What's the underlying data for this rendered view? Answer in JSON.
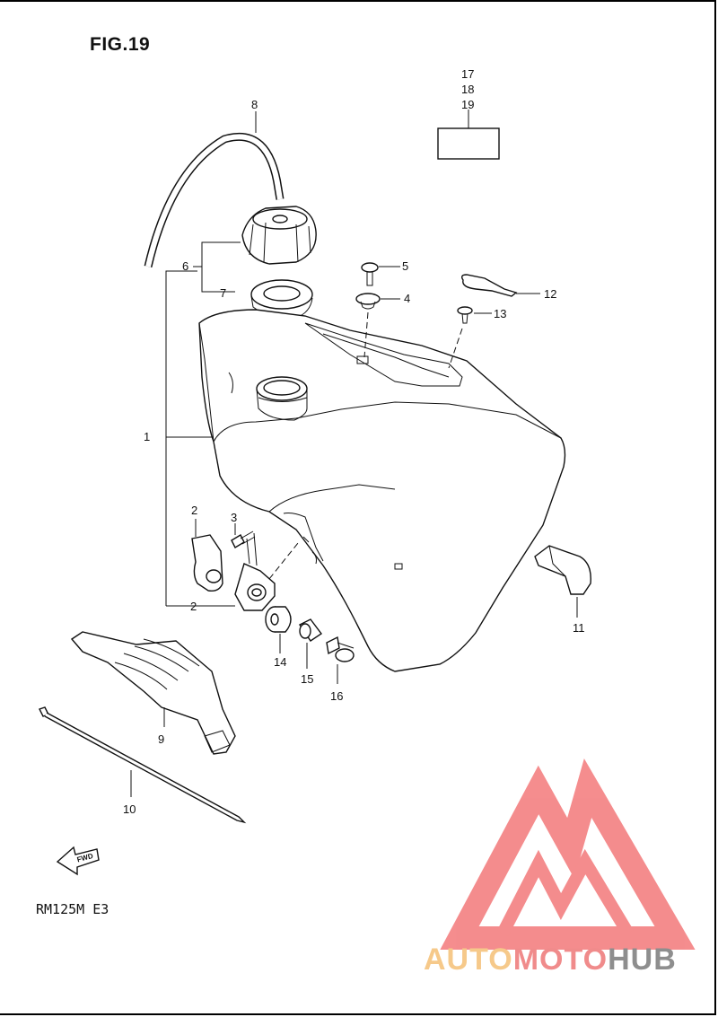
{
  "figure": {
    "title": "FIG.19",
    "model_code": "RM125M E3"
  },
  "callouts": {
    "p1": "1",
    "p2a": "2",
    "p2b": "2",
    "p3": "3",
    "p4": "4",
    "p5": "5",
    "p6": "6",
    "p7": "7",
    "p8": "8",
    "p9": "9",
    "p10": "10",
    "p11": "11",
    "p12": "12",
    "p13": "13",
    "p14": "14",
    "p15": "15",
    "p16": "16",
    "p17": "17",
    "p18": "18",
    "p19": "19"
  },
  "fwd_arrow": {
    "label": "FWD"
  },
  "watermark": {
    "part1": "AUTO",
    "part2": "MOTO",
    "part3": "HUB",
    "colors": {
      "auto": "#f6c98a",
      "moto": "#f08b8b",
      "hub": "#8e8e8e",
      "triangle": "#f3797a"
    }
  }
}
